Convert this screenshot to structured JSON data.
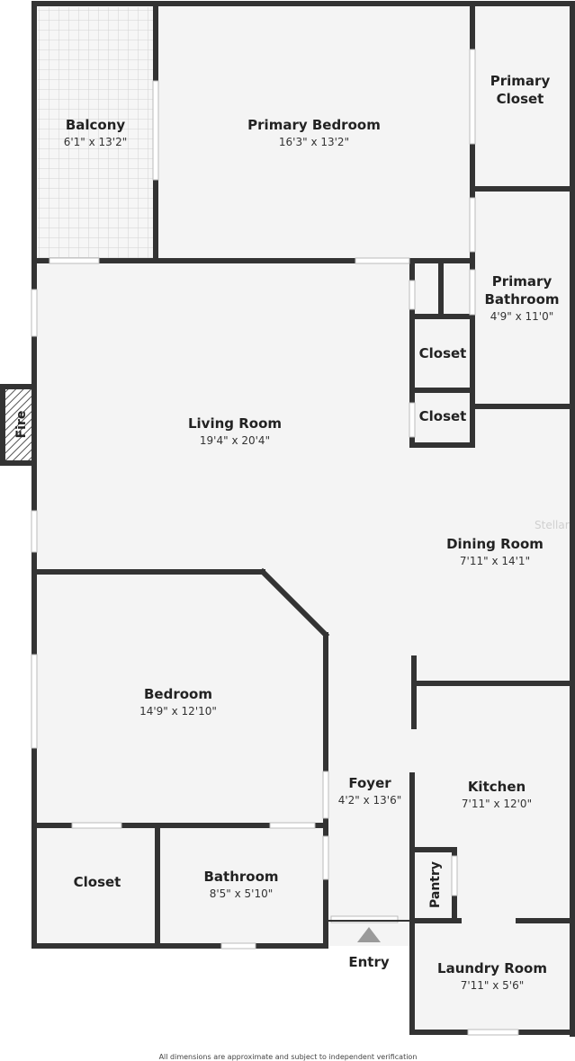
{
  "plan": {
    "rooms": {
      "balcony": {
        "name": "Balcony",
        "dims": "6'1\" x 13'2\""
      },
      "primary_bedroom": {
        "name": "Primary Bedroom",
        "dims": "16'3\" x 13'2\""
      },
      "primary_closet": {
        "name_line1": "Primary",
        "name_line2": "Closet"
      },
      "primary_bathroom": {
        "name_line1": "Primary",
        "name_line2": "Bathroom",
        "dims": "4'9\" x 11'0\""
      },
      "closet_upper": {
        "name": "Closet"
      },
      "closet_lower": {
        "name": "Closet"
      },
      "living_room": {
        "name": "Living Room",
        "dims": "19'4\" x 20'4\""
      },
      "dining_room": {
        "name": "Dining Room",
        "dims": "7'11\" x 14'1\""
      },
      "bedroom": {
        "name": "Bedroom",
        "dims": "14'9\" x 12'10\""
      },
      "foyer": {
        "name": "Foyer",
        "dims": "4'2\" x 13'6\""
      },
      "kitchen": {
        "name": "Kitchen",
        "dims": "7'11\" x 12'0\""
      },
      "pantry": {
        "name": "Pantry"
      },
      "closet_bedroom": {
        "name": "Closet"
      },
      "bathroom": {
        "name": "Bathroom",
        "dims": "8'5\" x 5'10\""
      },
      "laundry_room": {
        "name": "Laundry Room",
        "dims": "7'11\" x 5'6\""
      }
    },
    "fireplace_label": "Fire",
    "entry_label": "Entry",
    "watermark": "Stellar",
    "disclaimer": "All dimensions are approximate and subject to independent verification"
  }
}
